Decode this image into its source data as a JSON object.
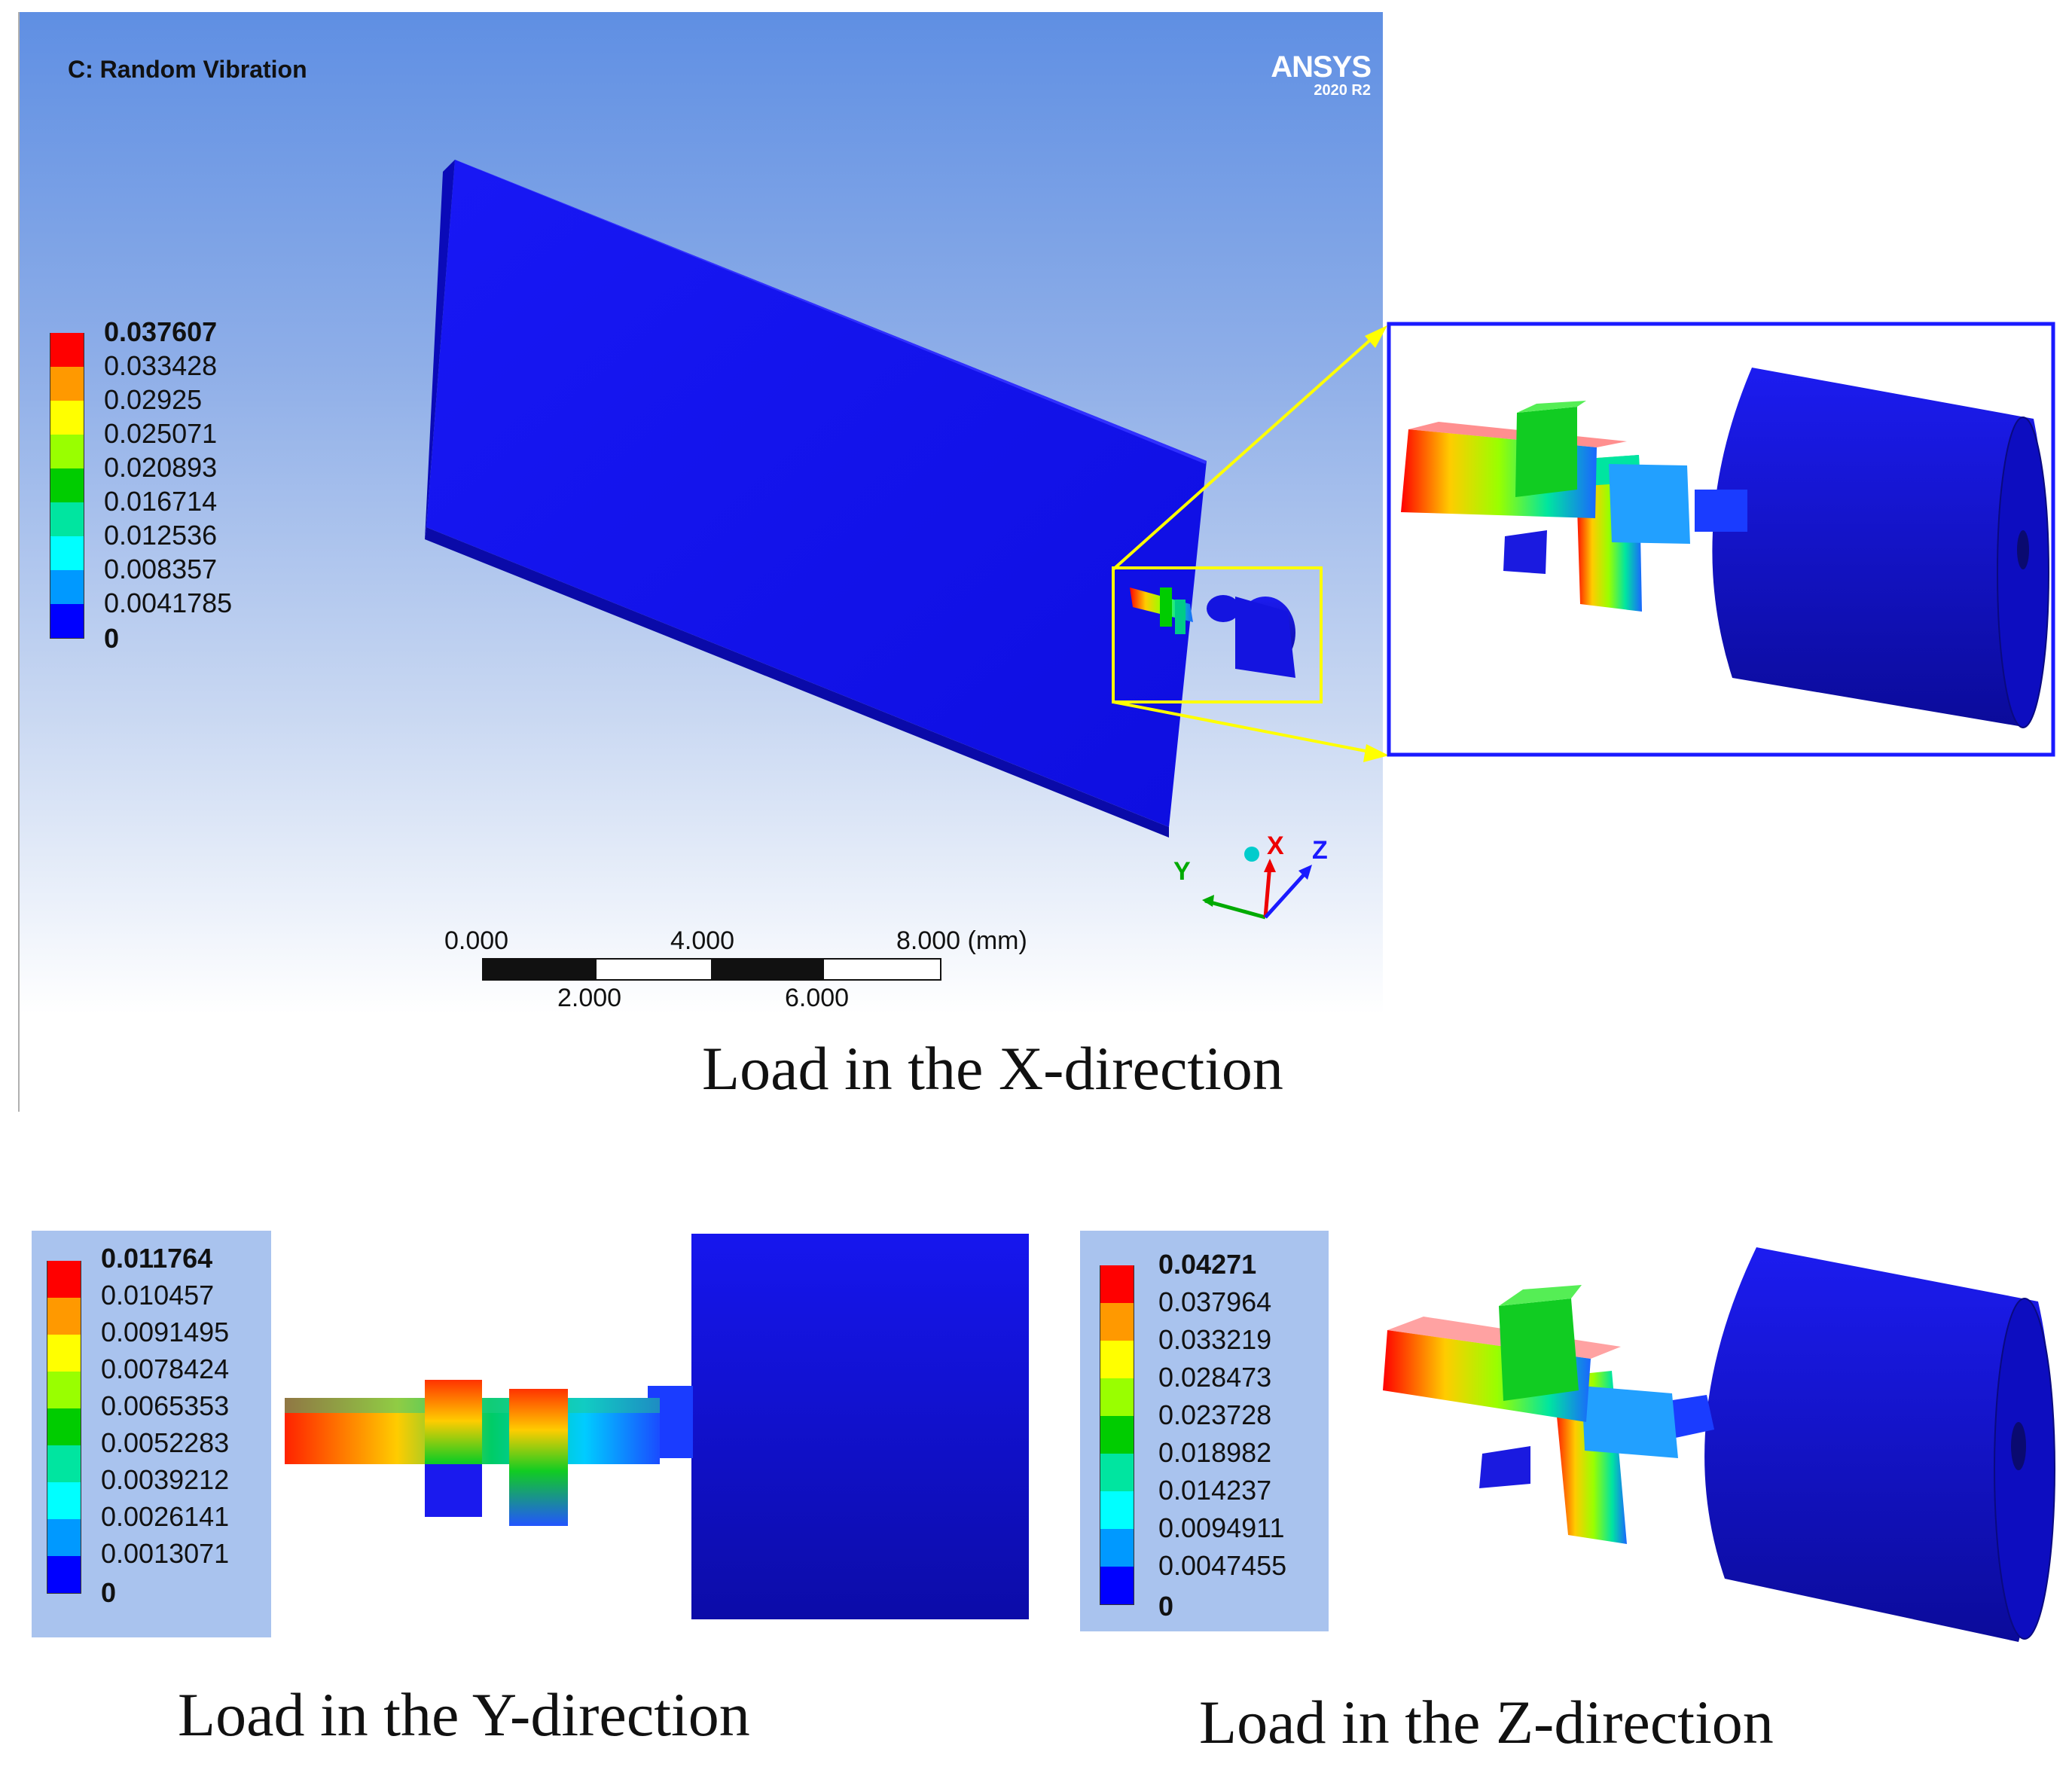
{
  "viewport": {
    "title": "C: Random Vibration",
    "brand": {
      "name": "ANSYS",
      "version": "2020 R2"
    }
  },
  "legend_x": {
    "values": [
      "0.037607",
      "0.033428",
      "0.02925",
      "0.025071",
      "0.020893",
      "0.016714",
      "0.012536",
      "0.008357",
      "0.0041785",
      "0"
    ]
  },
  "legend_y": {
    "values": [
      "0.011764",
      "0.010457",
      "0.0091495",
      "0.0078424",
      "0.0065353",
      "0.0052283",
      "0.0039212",
      "0.0026141",
      "0.0013071",
      "0"
    ]
  },
  "legend_z": {
    "values": [
      "0.04271",
      "0.037964",
      "0.033219",
      "0.028473",
      "0.023728",
      "0.018982",
      "0.014237",
      "0.0094911",
      "0.0047455",
      "0"
    ]
  },
  "colors": {
    "contour": [
      "#ff0000",
      "#ff9900",
      "#ffff00",
      "#99ff00",
      "#00cc00",
      "#00e5a0",
      "#00ffff",
      "#0099ff",
      "#0000ff"
    ],
    "model_blue": "#1111ee",
    "highlight": "#ffff00",
    "callout_border": "#1a1aff"
  },
  "scale_bar": {
    "top_labels": [
      "0.000",
      "4.000",
      "8.000 (mm)"
    ],
    "bottom_labels": [
      "2.000",
      "6.000"
    ]
  },
  "triad": {
    "x": "X",
    "y": "Y",
    "z": "Z"
  },
  "captions": {
    "x": "Load in the X-direction",
    "y": "Load in the Y-direction",
    "z": "Load in the Z-direction"
  }
}
